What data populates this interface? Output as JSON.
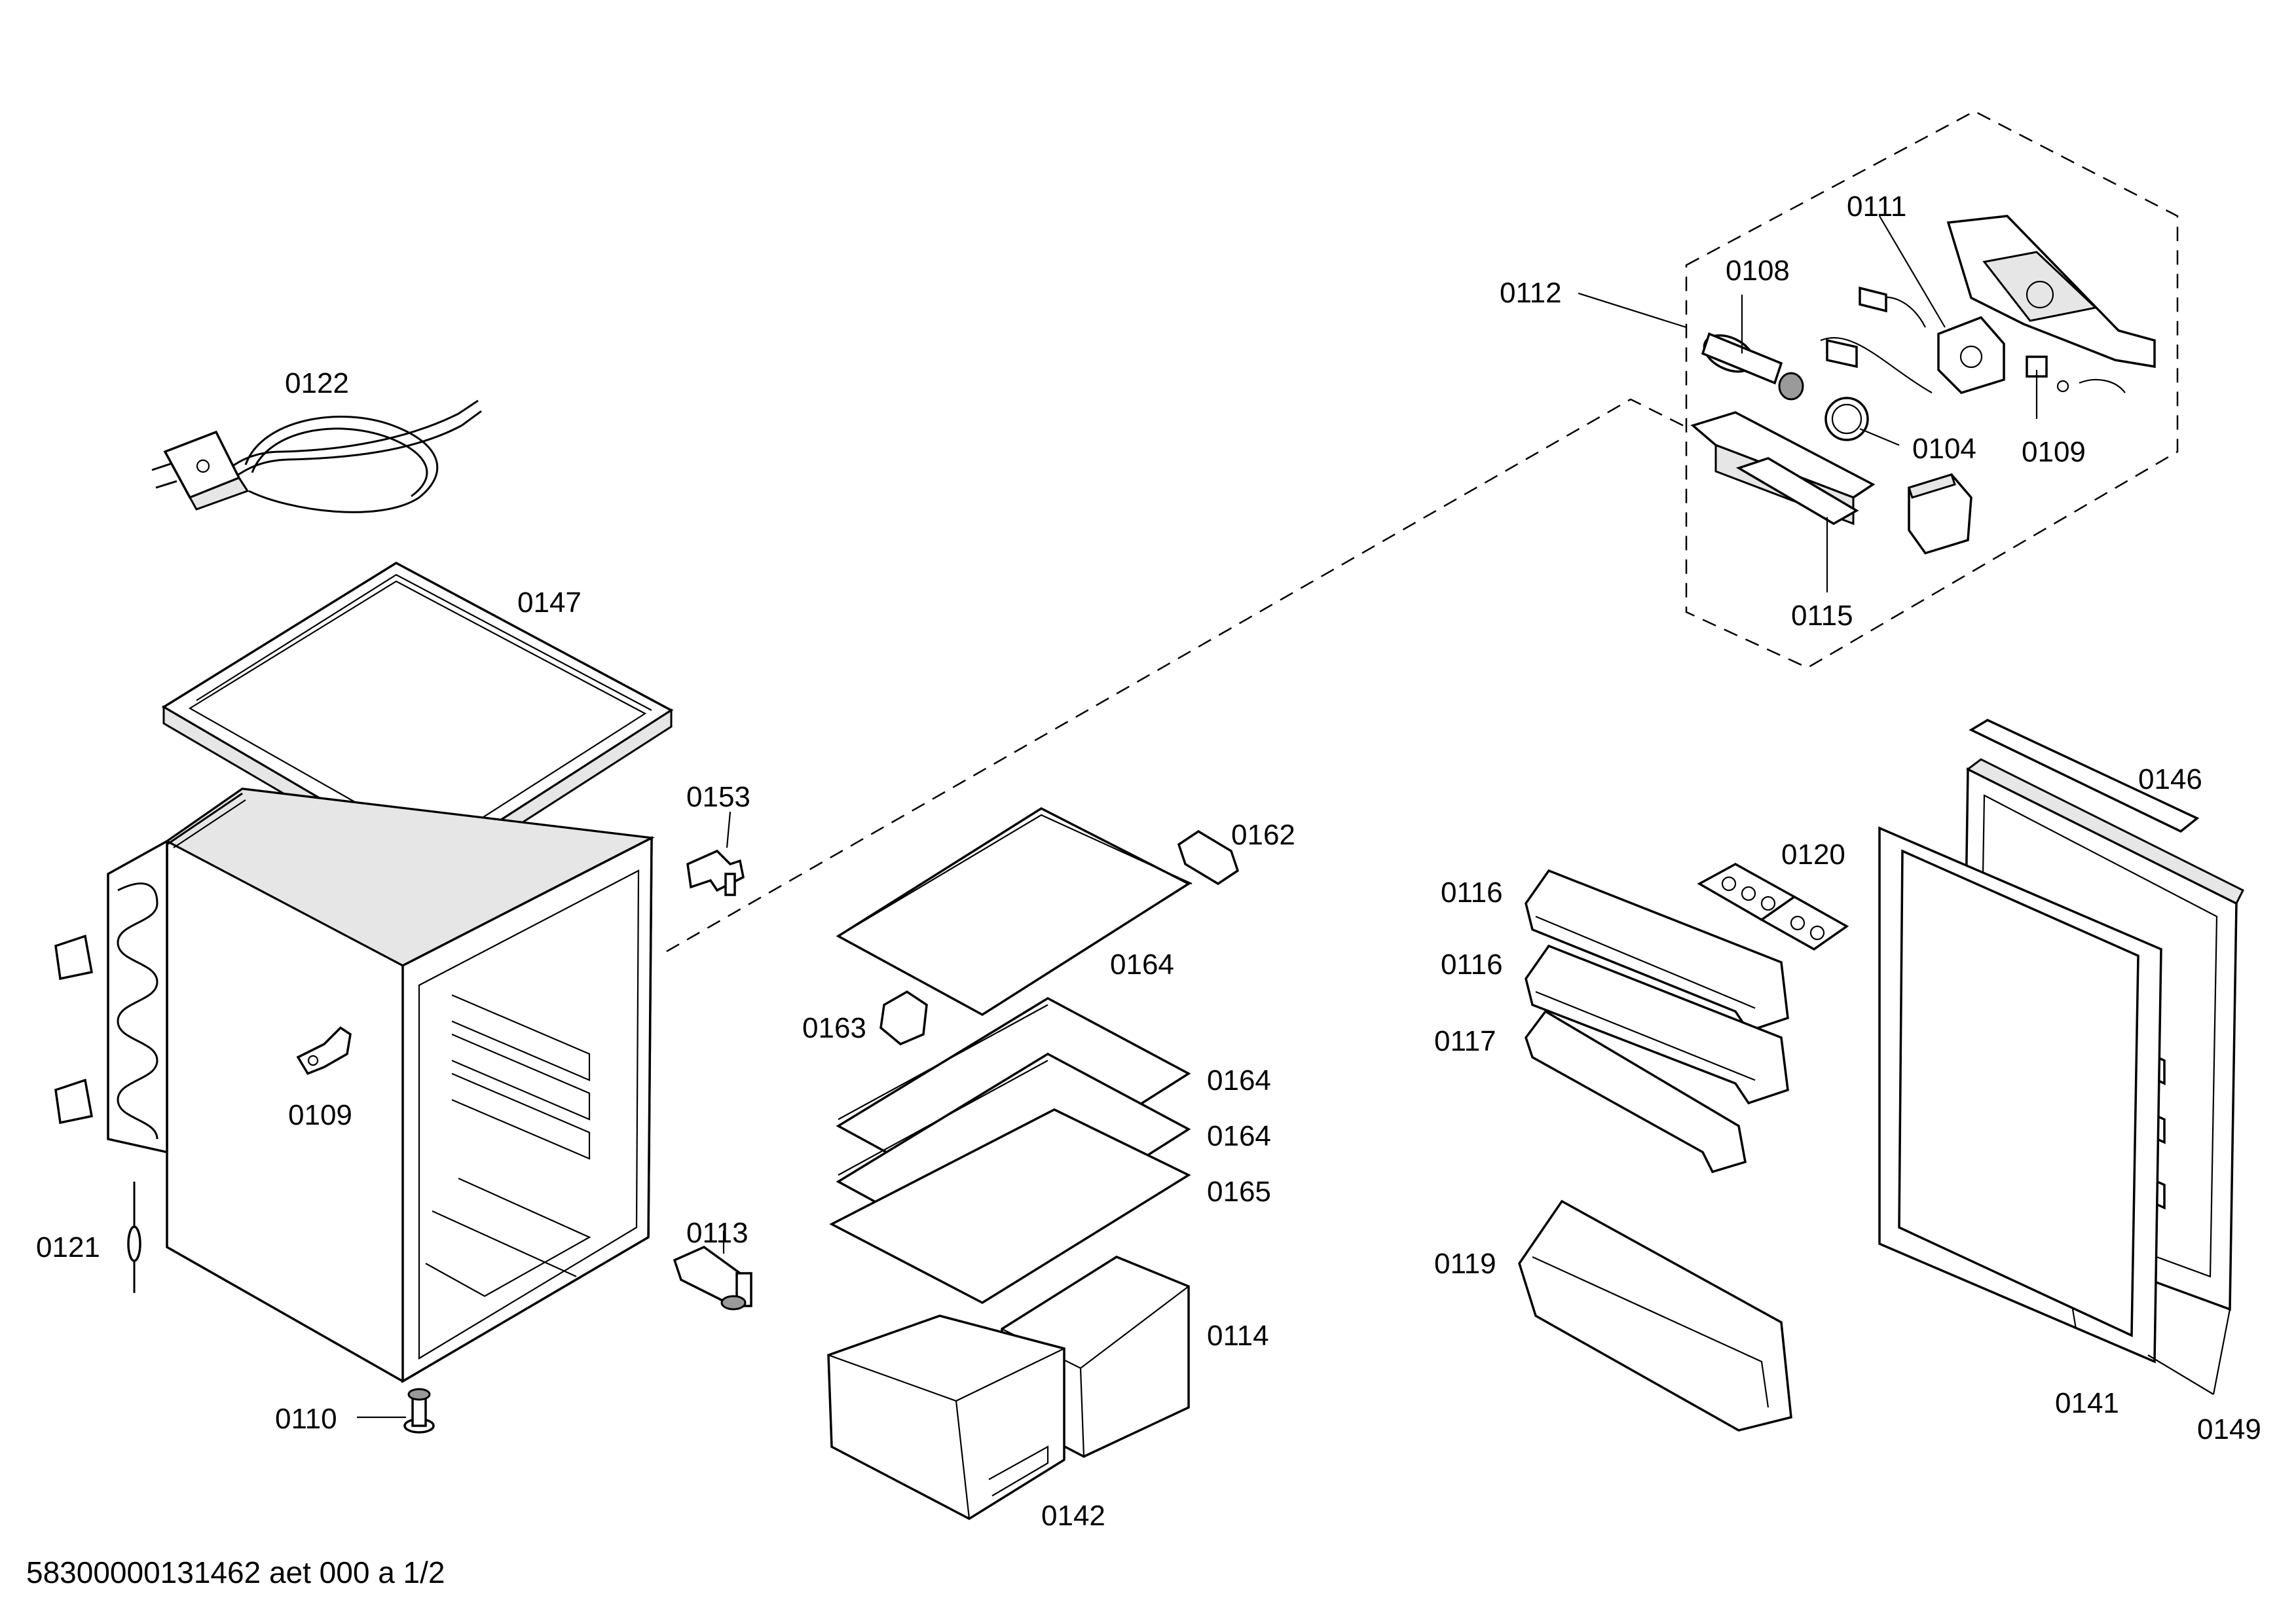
{
  "diagram": {
    "footer": "58300000131462 aet 000 a 1/2",
    "labels": {
      "p0122": "0122",
      "p0147": "0147",
      "p0153": "0153",
      "p0109a": "0109",
      "p0121": "0121",
      "p0110": "0110",
      "p0113": "0113",
      "p0162": "0162",
      "p0164a": "0164",
      "p0163": "0163",
      "p0164b": "0164",
      "p0164c": "0164",
      "p0165": "0165",
      "p0114": "0114",
      "p0142": "0142",
      "p0112": "0112",
      "p0108": "0108",
      "p0111": "0111",
      "p0104": "0104",
      "p0109b": "0109",
      "p0115": "0115",
      "p0120": "0120",
      "p0116a": "0116",
      "p0116b": "0116",
      "p0117": "0117",
      "p0119": "0119",
      "p0146": "0146",
      "p0141": "0141",
      "p0149": "0149"
    }
  }
}
